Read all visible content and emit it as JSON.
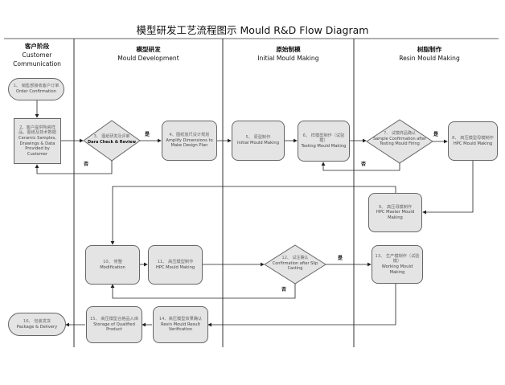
{
  "title": "模型研发工艺流程图示 Mould R&D Flow Diagram",
  "lanes": [
    {
      "zh": "客户阶段",
      "en1": "Customer",
      "en2": "Communication"
    },
    {
      "zh": "模型研发",
      "en1": "Mould Development",
      "en2": ""
    },
    {
      "zh": "原始制模",
      "en1": "Initial Mould Making",
      "en2": ""
    },
    {
      "zh": "树脂制作",
      "en1": "Resin Mould Making",
      "en2": ""
    }
  ],
  "nodes": {
    "n1": {
      "zh": "1、 销售部接收客户订单",
      "en": "Order Confirmation"
    },
    "n2": {
      "zh": "2、客户提供陶瓷样品、图纸及技术数据",
      "en": "Ceramic Samples, Drawings & Data Provided by Customer"
    },
    "n4": {
      "zh": "4、图纸放尺设计规划",
      "en": "Amplify Dimensions to Make Design Plan"
    },
    "n5": {
      "zh": "5、 原型制作",
      "en": "Initial Mould Making"
    },
    "n6": {
      "zh": "6、 样模型制作（试验模）",
      "en": "Testing Mould Making"
    },
    "n8": {
      "zh": "8、 高压模型母模制作",
      "en": "HPC Mould Making"
    },
    "n9": {
      "zh": "9、 高压母模制作",
      "en": "HPC Master Mould Making"
    },
    "n10": {
      "zh": "10、 修整",
      "en": "Modification"
    },
    "n11": {
      "zh": "11、 高压模型制作",
      "en": "HPC Mould Making"
    },
    "n13": {
      "zh": "13、 生产模制作（试验模）",
      "en": "Working Mould Making"
    },
    "n14": {
      "zh": "14、高压模型效果确认",
      "en": "Resin Mould Result Verification"
    },
    "n15": {
      "zh": "15、 高压模型合格品入库",
      "en": "Storage of Qualified Product"
    },
    "n16": {
      "zh": "16、 包装发货",
      "en": "Package & Delivery"
    }
  },
  "decisions": {
    "d3": {
      "zh": "3、 图纸研发及评审",
      "en": "Dara Check & Review"
    },
    "d7": {
      "zh": "7、 试模样品确认",
      "en": "Sample Confirmation after Testing Mould Firing"
    },
    "d12": {
      "zh": "12、 试注确认",
      "en": "Confirmation after Slip Casting"
    }
  },
  "labels": {
    "yes": "是",
    "no": "否"
  }
}
